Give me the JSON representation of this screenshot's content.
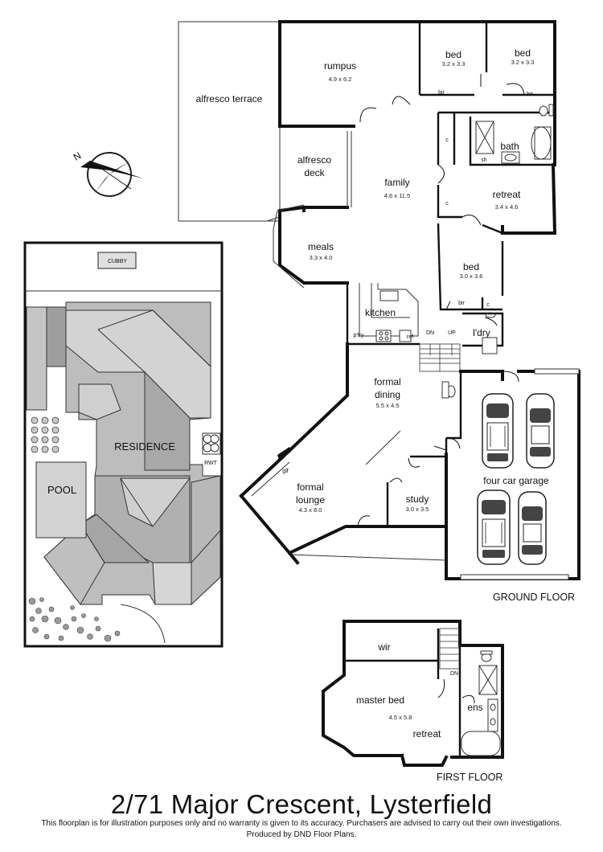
{
  "rooms": {
    "rumpus": {
      "name": "rumpus",
      "dims": "4.9 x 6.2"
    },
    "bed1": {
      "name": "bed",
      "dims": "3.2 x 3.3"
    },
    "bed2": {
      "name": "bed",
      "dims": "3.2 x 3.3"
    },
    "bir1": "bir",
    "bir2": "bir",
    "bath": "bath",
    "sh": "sh",
    "alfresco_terrace": "alfresco terrace",
    "alfresco_deck_1": "alfresco",
    "alfresco_deck_2": "deck",
    "family": {
      "name": "family",
      "dims": "4.6 x 11.5"
    },
    "retreat": {
      "name": "retreat",
      "dims": "3.4 x 4.6"
    },
    "c1": "c",
    "c2": "c",
    "c3": "c",
    "meals": {
      "name": "meals",
      "dims": "3.3 x 4.0"
    },
    "bed3": {
      "name": "bed",
      "dims": "3.0 x 3.6"
    },
    "bir3": "bir",
    "kitchen": "kitchen",
    "pantry": "p'try",
    "ref": "ref",
    "dn": "DN",
    "up": "UP",
    "laundry": "l'dry",
    "formal_dining_1": "formal",
    "formal_dining_2": "dining",
    "formal_dining_dims": "5.5 x 4.5",
    "glf": "glf",
    "formal_lounge_1": "formal",
    "formal_lounge_2": "lounge",
    "formal_lounge_dims": "4.3 x 8.0",
    "study": {
      "name": "study",
      "dims": "3.0 x 3.5"
    },
    "garage": "four car garage",
    "wir": "wir",
    "master_bed": {
      "name": "master bed",
      "dims": "4.5 x 5.8"
    },
    "master_retreat": "retreat",
    "ens": "ens",
    "dn2": "DN"
  },
  "site": {
    "cubby": "CUBBY",
    "residence": "RESIDENCE",
    "pool": "POOL",
    "rwt": "RWT"
  },
  "floors": {
    "ground": "GROUND FLOOR",
    "first": "FIRST FLOOR"
  },
  "footer": {
    "title": "2/71 Major Crescent, Lysterfield",
    "disclaimer_1": "This floorplan is for illustration purposes only and no warranty is given to its accuracy. Purchasers are advised to carry out their own investigations.",
    "disclaimer_2": "Produced by DND Floor Plans."
  },
  "compass": {
    "letter": "N"
  }
}
